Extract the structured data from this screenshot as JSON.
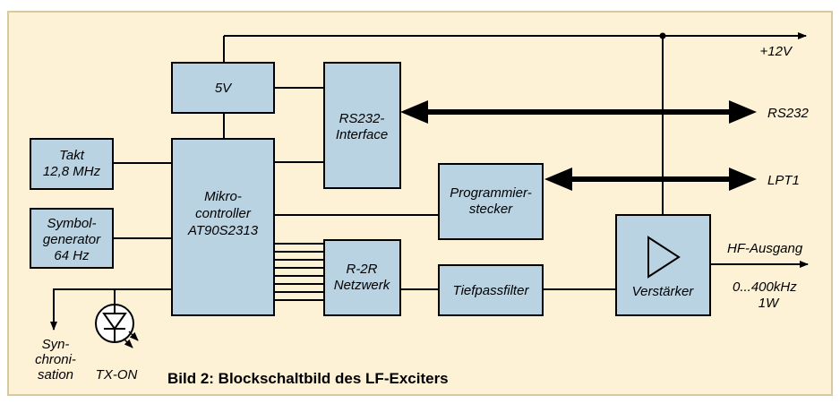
{
  "blocks": {
    "v5": "5V",
    "rs232_interface": [
      "RS232-",
      "Interface"
    ],
    "takt": [
      "Takt",
      "12,8 MHz"
    ],
    "mikrocontroller": [
      "Mikro-",
      "controller",
      "AT90S2313"
    ],
    "symbolgenerator": [
      "Symbol-",
      "generator",
      "64 Hz"
    ],
    "programmierstecker": [
      "Programmier-",
      "stecker"
    ],
    "r2r": [
      "R-2R",
      "Netzwerk"
    ],
    "tiefpassfilter": "Tiefpassfilter",
    "verstaerker": "Verstärker"
  },
  "signals": {
    "supply": "+12V",
    "rs232": "RS232",
    "lpt1": "LPT1",
    "hf_out": "HF-Ausgang",
    "freq_range": "0...400kHz",
    "power": "1W",
    "sync": [
      "Syn-",
      "chroni-",
      "sation"
    ],
    "tx_on": "TX-ON"
  },
  "caption": "Bild 2: Blockschaltbild des LF-Exciters",
  "colors": {
    "block_fill": "#b9d3e3",
    "background": "#fdf1d6"
  }
}
